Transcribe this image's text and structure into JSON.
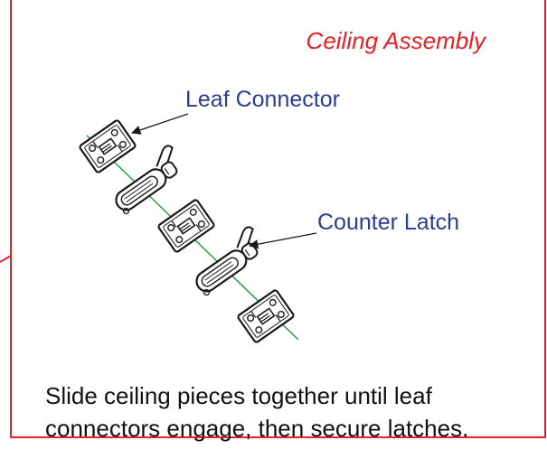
{
  "title": "Ceiling Assembly",
  "labels": {
    "leaf_connector": "Leaf Connector",
    "counter_latch": "Counter Latch"
  },
  "caption": {
    "line1": "Slide ceiling pieces together until leaf",
    "line2": "connectors engage, then secure latches."
  },
  "colors": {
    "frame": "#e8202a",
    "title": "#e8202a",
    "label": "#2b3d8f",
    "guide_line": "#1f9a3a",
    "hardware": "#1a1a1a"
  },
  "icons": [
    "leaf-connector-plate",
    "counter-latch"
  ]
}
